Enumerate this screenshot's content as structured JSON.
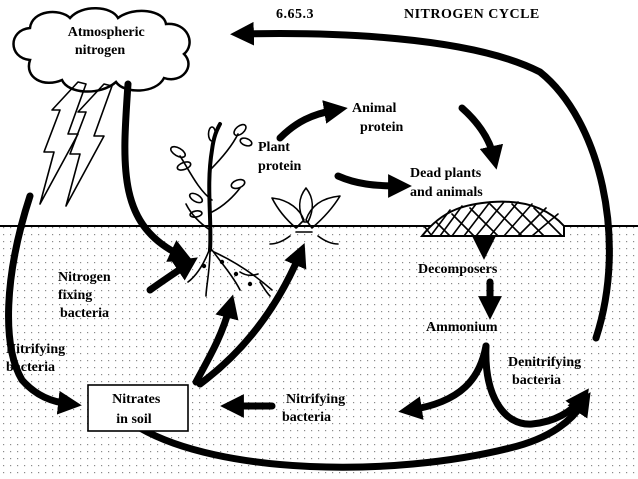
{
  "header": {
    "code": "6.65.3",
    "title": "NITROGEN CYCLE"
  },
  "labels": {
    "atmospheric": [
      "Atmospheric",
      "nitrogen"
    ],
    "plant_protein": [
      "Plant",
      "protein"
    ],
    "animal_protein": [
      "Animal",
      "protein"
    ],
    "dead": [
      "Dead plants",
      "and animals"
    ],
    "decomposers": "Decomposers",
    "ammonium": "Ammonium",
    "nitrogen_fixing": [
      "Nitrogen",
      "fixing",
      "bacteria"
    ],
    "nitrifying_left": [
      "Nitrifying",
      "bacteria"
    ],
    "nitrates": [
      "Nitrates",
      "in soil"
    ],
    "nitrifying_bottom": [
      "Nitrifying",
      "bacteria"
    ],
    "denitrifying": [
      "Denitrifying",
      "bacteria"
    ]
  },
  "colors": {
    "ink": "#000000",
    "paper": "#ffffff",
    "soil_dot": "#8a8a8a"
  }
}
